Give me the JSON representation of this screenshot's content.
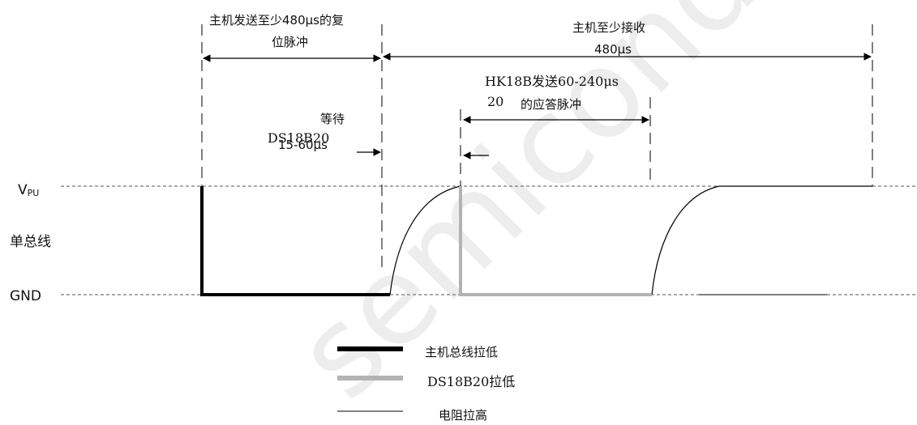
{
  "watermark": "semiconductor",
  "levels": {
    "vpu": "V",
    "vpu_sub": "PU",
    "bus": "单总线",
    "gnd": "GND"
  },
  "annotations": {
    "reset_line1": "主机发送至少480μs的复",
    "reset_line2": "位脉冲",
    "receive_line1": "主机至少接收",
    "receive_line2": "480μs",
    "wait_label": "等待",
    "wait_device": "DS18B20",
    "wait_time": "15-60μs",
    "presence_line1": "HK18B发送60-240μs",
    "presence_num": "20",
    "presence_line2": "的应答脉冲"
  },
  "legend": [
    {
      "label": "主机总线拉低",
      "color": "#000000"
    },
    {
      "label": "DS18B20拉低",
      "color": "#b3b3b3"
    },
    {
      "label": "电阻拉高",
      "color": "#000000"
    }
  ]
}
